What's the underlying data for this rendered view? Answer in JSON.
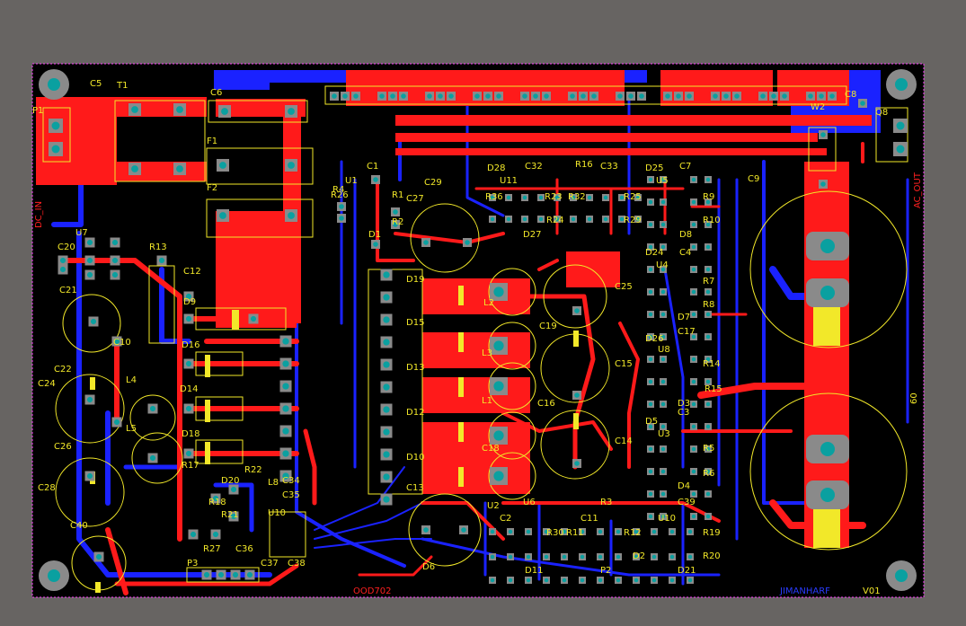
{
  "colors": {
    "background": "#676462",
    "board": "#000000",
    "top_copper": "#ff1a1a",
    "bottom_copper": "#1a22ff",
    "silkscreen": "#f2e829",
    "pad": "#8a8a8a",
    "via_hole": "#0aa0a0",
    "outline": "#ff40ff"
  },
  "labels": {
    "dc_in": "DC_IN",
    "ac_out": "AC_OUT",
    "board_code": "OOD702",
    "mirrored_text": "JIMANHARF",
    "version": "V01",
    "label_60": "60"
  },
  "components": [
    {
      "ref": "P1"
    },
    {
      "ref": "C5"
    },
    {
      "ref": "T1"
    },
    {
      "ref": "C6"
    },
    {
      "ref": "F1"
    },
    {
      "ref": "F2"
    },
    {
      "ref": "U7"
    },
    {
      "ref": "C20"
    },
    {
      "ref": "C21"
    },
    {
      "ref": "R13"
    },
    {
      "ref": "C12"
    },
    {
      "ref": "D9"
    },
    {
      "ref": "C10"
    },
    {
      "ref": "C22"
    },
    {
      "ref": "C24"
    },
    {
      "ref": "L4"
    },
    {
      "ref": "L5"
    },
    {
      "ref": "D16"
    },
    {
      "ref": "D14"
    },
    {
      "ref": "D18"
    },
    {
      "ref": "C26"
    },
    {
      "ref": "C28"
    },
    {
      "ref": "C40"
    },
    {
      "ref": "R17"
    },
    {
      "ref": "D20"
    },
    {
      "ref": "R22"
    },
    {
      "ref": "L8"
    },
    {
      "ref": "C34"
    },
    {
      "ref": "C35"
    },
    {
      "ref": "R18"
    },
    {
      "ref": "R21"
    },
    {
      "ref": "U10"
    },
    {
      "ref": "R27"
    },
    {
      "ref": "C36"
    },
    {
      "ref": "P3"
    },
    {
      "ref": "C37"
    },
    {
      "ref": "C38"
    },
    {
      "ref": "U1"
    },
    {
      "ref": "C1"
    },
    {
      "ref": "R26"
    },
    {
      "ref": "R1"
    },
    {
      "ref": "R2"
    },
    {
      "ref": "C27"
    },
    {
      "ref": "C29"
    },
    {
      "ref": "D1"
    },
    {
      "ref": "D28"
    },
    {
      "ref": "U11"
    },
    {
      "ref": "C32"
    },
    {
      "ref": "R36"
    },
    {
      "ref": "R23"
    },
    {
      "ref": "R32"
    },
    {
      "ref": "R24"
    },
    {
      "ref": "D27"
    },
    {
      "ref": "C33"
    },
    {
      "ref": "D25"
    },
    {
      "ref": "U5"
    },
    {
      "ref": "C7"
    },
    {
      "ref": "R25"
    },
    {
      "ref": "R29"
    },
    {
      "ref": "R9"
    },
    {
      "ref": "R10"
    },
    {
      "ref": "D8"
    },
    {
      "ref": "D24"
    },
    {
      "ref": "U4"
    },
    {
      "ref": "C4"
    },
    {
      "ref": "R7"
    },
    {
      "ref": "R8"
    },
    {
      "ref": "C25"
    },
    {
      "ref": "D7"
    },
    {
      "ref": "C17"
    },
    {
      "ref": "D26"
    },
    {
      "ref": "U8"
    },
    {
      "ref": "R14"
    },
    {
      "ref": "R15"
    },
    {
      "ref": "D3"
    },
    {
      "ref": "C3"
    },
    {
      "ref": "D5"
    },
    {
      "ref": "U3"
    },
    {
      "ref": "R5"
    },
    {
      "ref": "R6"
    },
    {
      "ref": "D4"
    },
    {
      "ref": "C39"
    },
    {
      "ref": "U10"
    },
    {
      "ref": "R19"
    },
    {
      "ref": "R20"
    },
    {
      "ref": "D21"
    },
    {
      "ref": "D19"
    },
    {
      "ref": "D15"
    },
    {
      "ref": "D13"
    },
    {
      "ref": "D12"
    },
    {
      "ref": "D10"
    },
    {
      "ref": "C13"
    },
    {
      "ref": "L2"
    },
    {
      "ref": "L3"
    },
    {
      "ref": "L1"
    },
    {
      "ref": "C18"
    },
    {
      "ref": "C19"
    },
    {
      "ref": "C15"
    },
    {
      "ref": "C16"
    },
    {
      "ref": "C14"
    },
    {
      "ref": "D6"
    },
    {
      "ref": "U2"
    },
    {
      "ref": "C2"
    },
    {
      "ref": "U6"
    },
    {
      "ref": "C11"
    },
    {
      "ref": "R3"
    },
    {
      "ref": "R30"
    },
    {
      "ref": "R11"
    },
    {
      "ref": "R12"
    },
    {
      "ref": "D2"
    },
    {
      "ref": "D11"
    },
    {
      "ref": "P2"
    },
    {
      "ref": "Q8"
    },
    {
      "ref": "C9"
    },
    {
      "ref": "C8"
    },
    {
      "ref": "W2"
    },
    {
      "ref": "R16"
    },
    {
      "ref": "R4"
    }
  ]
}
